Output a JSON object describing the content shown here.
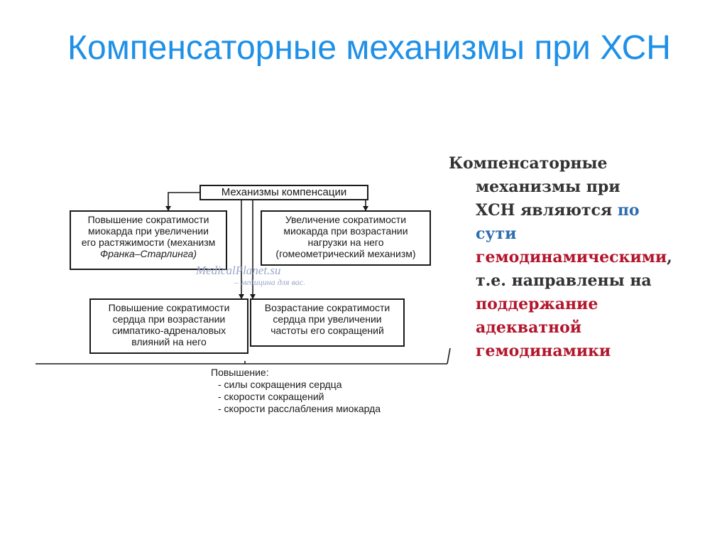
{
  "slide": {
    "title": "Компенсаторные механизмы при ХСН"
  },
  "diagram": {
    "root": "Механизмы компенсации",
    "boxes": [
      {
        "lines": [
          "Повышение сократимости",
          "миокарда при увеличении",
          "его растяжимости (механизм"
        ],
        "italic": "Франка–Старлинга)"
      },
      {
        "lines": [
          "Увеличение сократимости",
          "миокарда при возрастании",
          "нагрузки на него",
          "(гомеометрический механизм)"
        ]
      },
      {
        "lines": [
          "Повышение сократимости",
          "сердца при возрастании",
          "симпатико-адреналовых",
          "влияний на него"
        ]
      },
      {
        "lines": [
          "Возрастание сократимости",
          "сердца при увеличении",
          "частоты его сокращений"
        ]
      }
    ],
    "result": {
      "heading": "Повышение:",
      "items": [
        "- силы сокращения сердца",
        "- скорости сокращений",
        "- скорости расслабления миокарда"
      ]
    },
    "watermark": {
      "line1": "MedicalPlanet.su",
      "line2": "– медицина для вас."
    }
  },
  "side_text": {
    "lines": [
      {
        "text": "Компенсаторные",
        "color": "dark"
      },
      {
        "text": "механизмы при",
        "color": "dark"
      },
      {
        "parts": [
          {
            "text": "ХСН являются ",
            "color": "dark"
          },
          {
            "text": "по",
            "color": "blue"
          }
        ]
      },
      {
        "text": "сути",
        "color": "blue"
      },
      {
        "parts": [
          {
            "text": "гемодинамическими",
            "color": "red"
          },
          {
            "text": ",",
            "color": "dark"
          }
        ]
      },
      {
        "text": "т.е. направлены на",
        "color": "dark"
      },
      {
        "text": "поддержание",
        "color": "red"
      },
      {
        "text": "адекватной",
        "color": "red"
      },
      {
        "text": "гемодинамики",
        "color": "red"
      }
    ]
  },
  "colors": {
    "title": "#1e90e8",
    "dark": "#333333",
    "blue": "#2f6db0",
    "red": "#b3162c"
  }
}
